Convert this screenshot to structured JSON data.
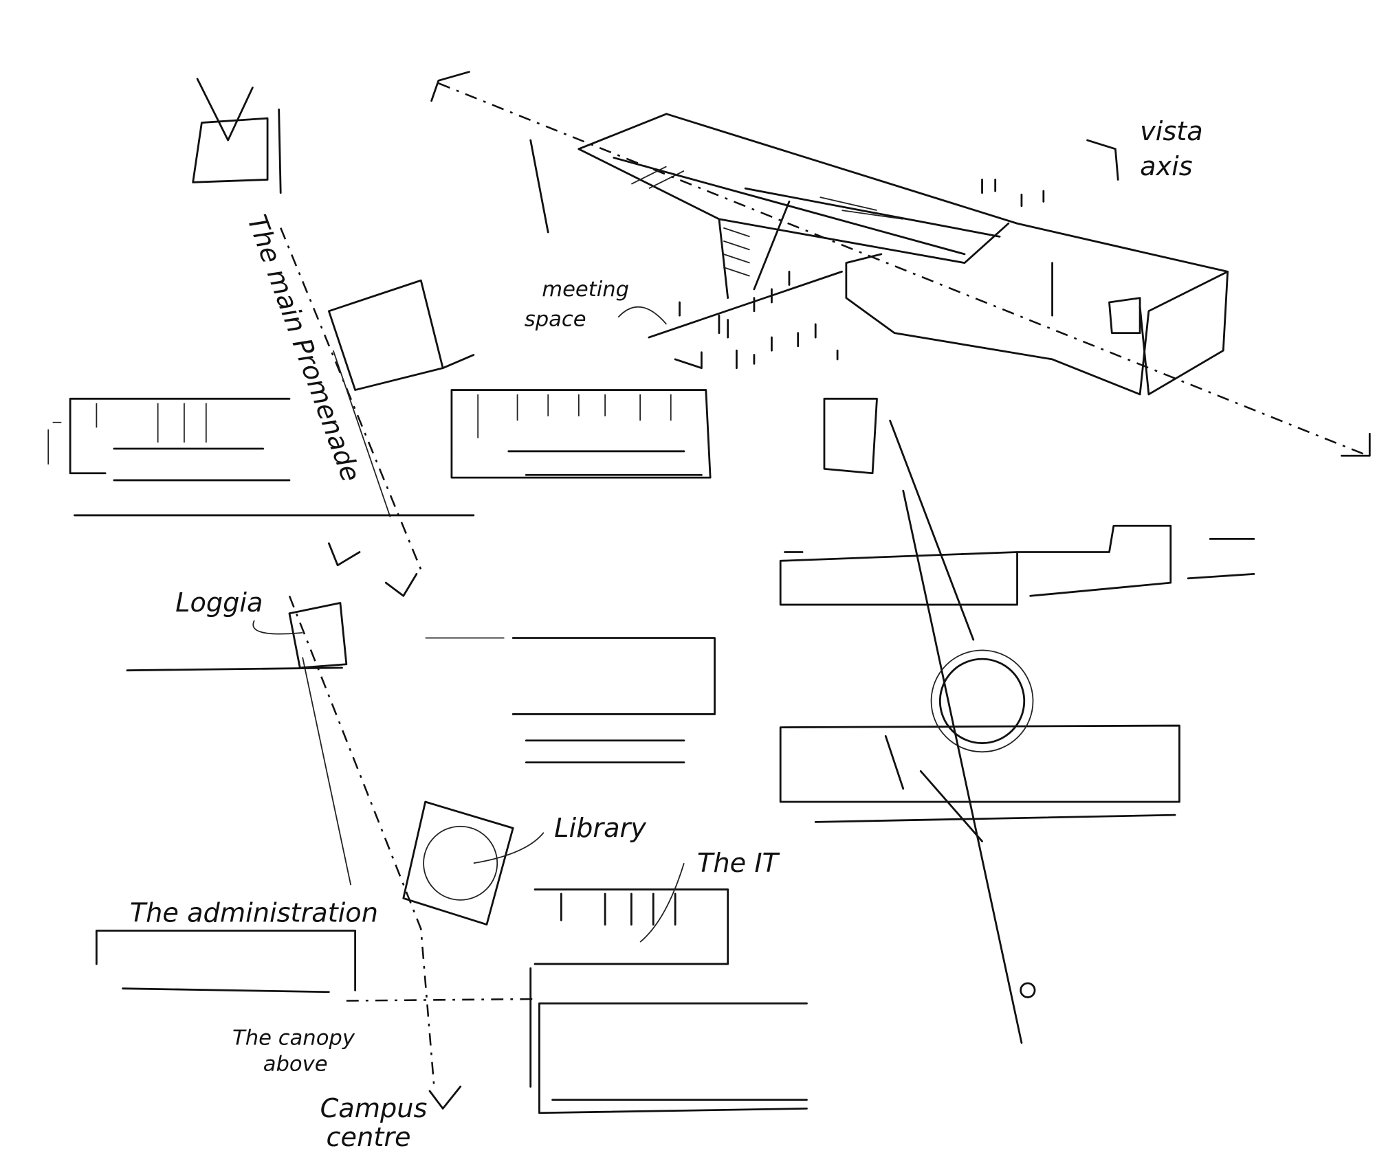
{
  "sketch": {
    "ink_color": "#111111",
    "paper_color": "#ffffff",
    "labels": {
      "vista_axis_1": "vista",
      "vista_axis_2": "axis",
      "promenade": "The main Promenade",
      "meeting_1": "meeting",
      "meeting_2": "space",
      "loggia": "Loggia",
      "library": "Library",
      "it": "The IT",
      "administration": "The administration",
      "canopy_1": "The canopy",
      "canopy_2": "above",
      "campus_1": "Campus",
      "campus_2": "centre"
    }
  }
}
